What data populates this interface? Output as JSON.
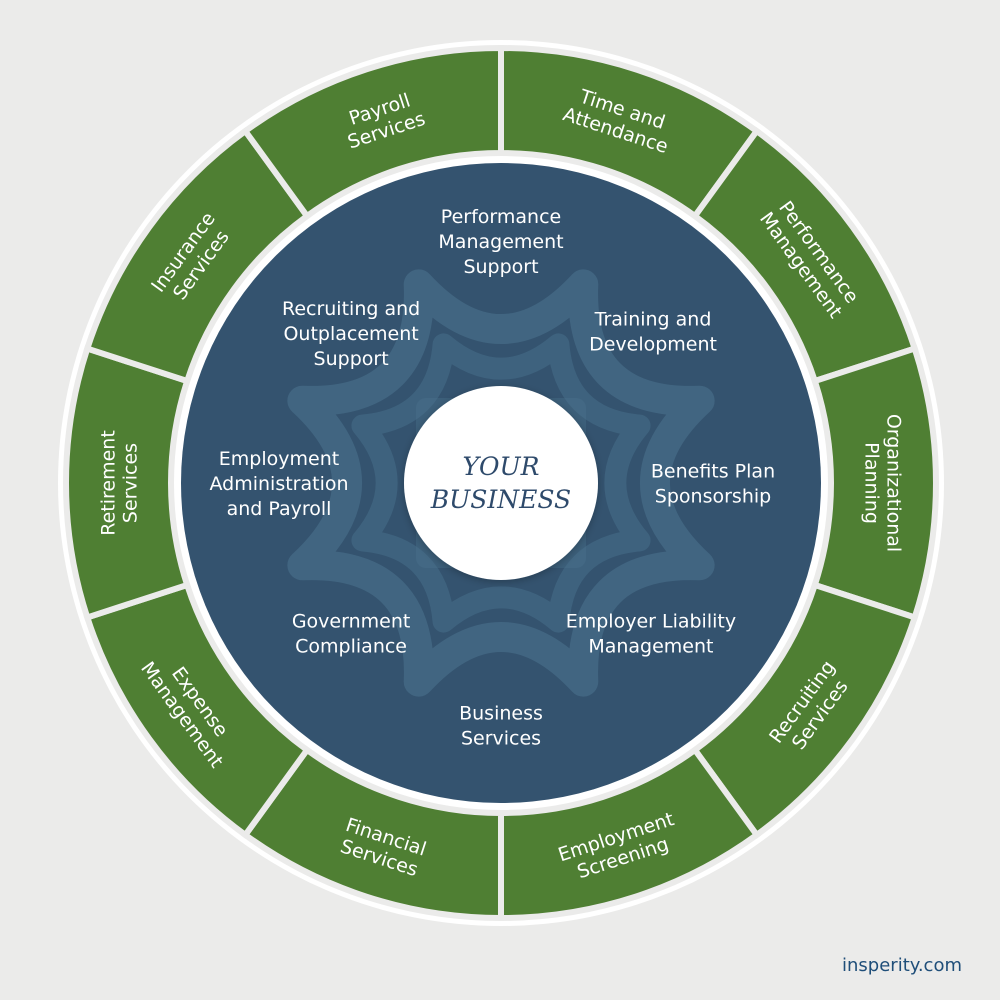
{
  "center": {
    "line1": "YOUR",
    "line2": "BUSINESS"
  },
  "outer_ring": [
    [
      "Time and",
      "Attendance"
    ],
    [
      "Performance",
      "Management"
    ],
    [
      "Organizational",
      "Planning"
    ],
    [
      "Recruiting",
      "Services"
    ],
    [
      "Employment",
      "Screening"
    ],
    [
      "Financial",
      "Services"
    ],
    [
      "Expense",
      "Management"
    ],
    [
      "Retirement",
      "Services"
    ],
    [
      "Insurance",
      "Services"
    ],
    [
      "Payroll",
      "Services"
    ]
  ],
  "inner_labels": [
    [
      "Performance",
      "Management",
      "Support"
    ],
    [
      "Training and",
      "Development"
    ],
    [
      "Benefits Plan",
      "Sponsorship"
    ],
    [
      "Employer Liability",
      "Management"
    ],
    [
      "Business",
      "Services"
    ],
    [
      "Government",
      "Compliance"
    ],
    [
      "Employment",
      "Administration",
      "and Payroll"
    ],
    [
      "Recruiting and",
      "Outplacement",
      "Support"
    ]
  ],
  "colors": {
    "outer_ring": "#4f7f33",
    "inner_circle": "#34536f",
    "pattern": "#4c7590",
    "divider": "#ebebea",
    "center_fill": "#ffffff",
    "center_text": "#2e4a6b"
  },
  "footer": {
    "domain": "insperity.com"
  }
}
